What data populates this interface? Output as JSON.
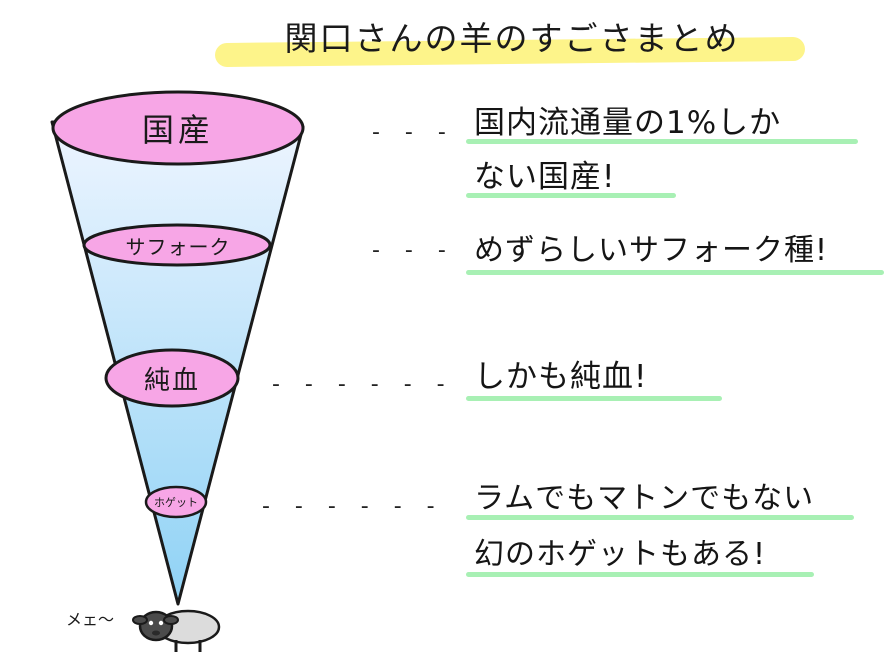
{
  "title": "関口さんの羊のすごさまとめ",
  "tiers": [
    {
      "label": "国産",
      "note": [
        "国内流通量の1%しか",
        "ない国産!"
      ]
    },
    {
      "label": "サフォーク",
      "note": [
        "めずらしいサフォーク種!"
      ]
    },
    {
      "label": "純血",
      "note": [
        "しかも純血!"
      ]
    },
    {
      "label": "ホゲット",
      "note": [
        "ラムでもマトンでもない",
        "幻のホゲットもある!"
      ]
    }
  ],
  "dashes": [
    "- - -",
    "- - -",
    "- - - - - -",
    "- - - - - -"
  ],
  "sheep_speech": "メェ〜",
  "colors": {
    "cone_top": "#eef5ff",
    "cone_bottom": "#8fd2f5",
    "ellipse_fill": "#f7a6e6",
    "title_highlight": "#fdf48a",
    "underline": "#a8f0b4"
  }
}
